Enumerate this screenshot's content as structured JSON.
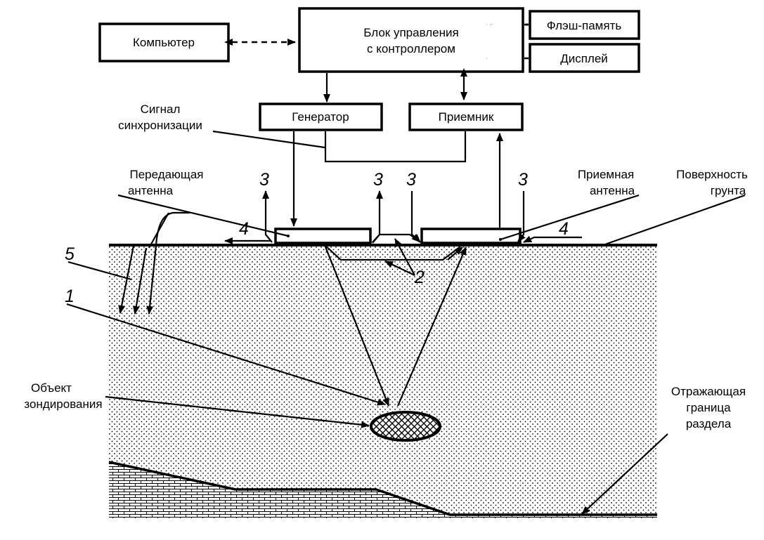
{
  "blocks": {
    "computer": "Компьютер",
    "control_unit_line1": "Блок управления",
    "control_unit_line2": "с контроллером",
    "flash": "Флэш-память",
    "display": "Дисплей",
    "generator": "Генератор",
    "receiver": "Приемник"
  },
  "labels": {
    "sync_line1": "Сигнал",
    "sync_line2": "синхронизации",
    "tx_antenna_line1": "Передающая",
    "tx_antenna_line2": "антенна",
    "rx_antenna_line1": "Приемная",
    "rx_antenna_line2": "антенна",
    "surface_line1": "Поверхность",
    "surface_line2": "грунта",
    "object_line1": "Объект",
    "object_line2": "зондирования",
    "boundary_line1": "Отражающая",
    "boundary_line2": "граница",
    "boundary_line3": "раздела"
  },
  "callouts": {
    "n1": "1",
    "n2": "2",
    "n3a": "3",
    "n3b": "3",
    "n3c": "3",
    "n3d": "3",
    "n4a": "4",
    "n4b": "4",
    "n5": "5"
  }
}
